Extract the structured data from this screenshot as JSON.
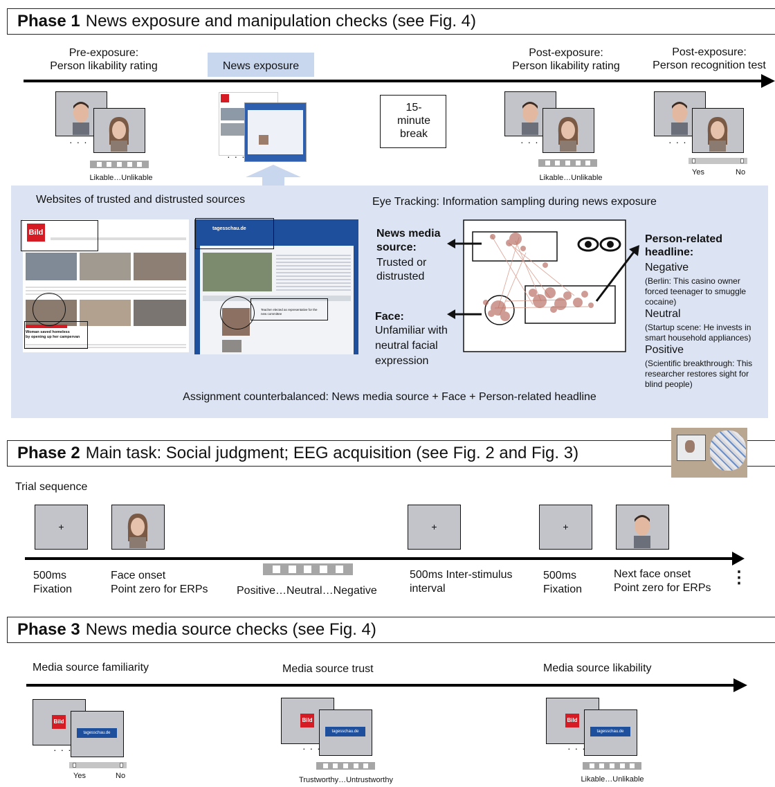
{
  "phase1": {
    "title_bold": "Phase 1",
    "title_rest": "News exposure and manipulation checks (see Fig. 4)",
    "steps": {
      "pre": "Pre-exposure:\nPerson likability rating",
      "news": "News exposure",
      "break": "15-\nminute\nbreak",
      "post_like": "Post-exposure:\nPerson likability rating",
      "post_recog": "Post-exposure:\nPerson recognition test"
    },
    "scale_likable": "Likable…Unlikable",
    "scale_yes": "Yes",
    "scale_no": "No",
    "panel": {
      "websites_title": "Websites of trusted and distrusted sources",
      "eye_title": "Eye Tracking: Information sampling during news exposure",
      "source_label": "News media\nsource:",
      "source_desc": "Trusted or\ndistrusted",
      "face_label": "Face:",
      "face_desc": "Unfamiliar with\nneutral facial\nexpression",
      "headline_label": "Person-related\nheadline:",
      "negative": "Negative",
      "negative_ex": "(Berlin: This casino owner\nforced teenager to smuggle\ncocaine)",
      "neutral": "Neutral",
      "neutral_ex": "(Startup scene: He invests in\nsmart household appliances)",
      "positive": "Positive",
      "positive_ex": "(Scientific breakthrough: This\nresearcher restores sight for\nblind people)",
      "assignment": "Assignment counterbalanced: News media source + Face + Person-related headline"
    },
    "site": {
      "bild_logo": "Bild",
      "ts_logo": "tagesschau.de",
      "bild_caption": "Woman saved homeless\nby opening up her campervan",
      "ts_caption": "Teacher elected as representative for the\nnew committee"
    }
  },
  "phase2": {
    "title_bold": "Phase 2",
    "title_rest": "Main task: Social judgment; EEG acquisition (see Fig. 2 and Fig. 3)",
    "trial_sequence": "Trial sequence",
    "fixation_symbol": "+",
    "labels": {
      "fix1": "500ms\nFixation",
      "face": "Face onset\nPoint zero for ERPs",
      "rating": "Positive…Neutral…Negative",
      "isi": "500ms Inter-stimulus\ninterval",
      "fix2": "500ms\nFixation",
      "next": "Next face onset\nPoint zero for ERPs",
      "more": "⋮"
    }
  },
  "phase3": {
    "title_bold": "Phase 3",
    "title_rest": "News media source checks (see Fig. 4)",
    "familiarity": "Media source familiarity",
    "trust": "Media source trust",
    "likability": "Media source likability",
    "scale_yes": "Yes",
    "scale_no": "No",
    "scale_trust": "Trustworthy…Untrustworthy",
    "scale_likable": "Likable…Unlikable"
  },
  "colors": {
    "panel_bg": "#dce4f3",
    "highlight": "#c9d7ee",
    "card_bg": "#c3c4c9",
    "bild_red": "#d51c25",
    "ts_blue": "#1d4f9c",
    "gaze": "#b5685b"
  }
}
